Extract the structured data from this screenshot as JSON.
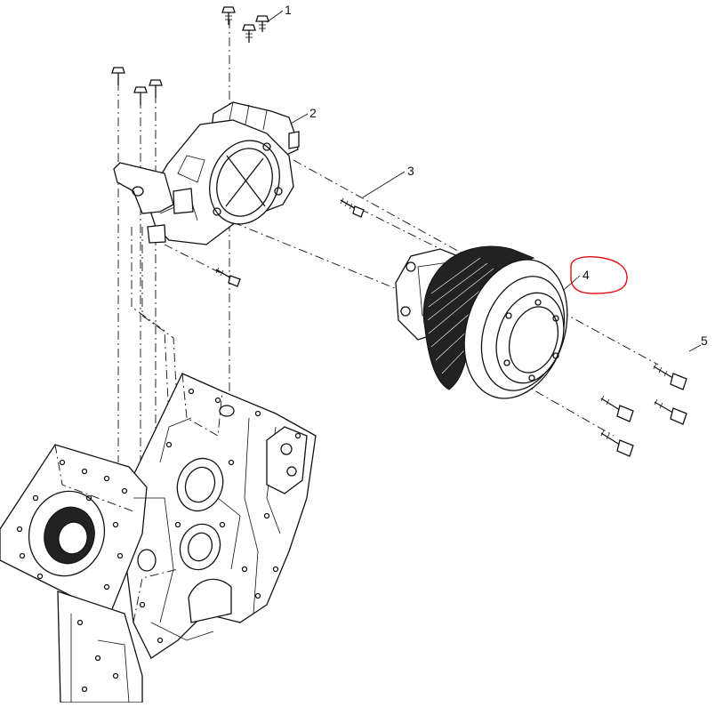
{
  "callouts": [
    {
      "id": "c1",
      "text": "1"
    },
    {
      "id": "c2",
      "text": "2"
    },
    {
      "id": "c3",
      "text": "3"
    },
    {
      "id": "c4",
      "text": "4"
    },
    {
      "id": "c5",
      "text": "5"
    }
  ],
  "colors": {
    "line": "#111111",
    "highlight": "#e01010",
    "background": "#ffffff"
  }
}
